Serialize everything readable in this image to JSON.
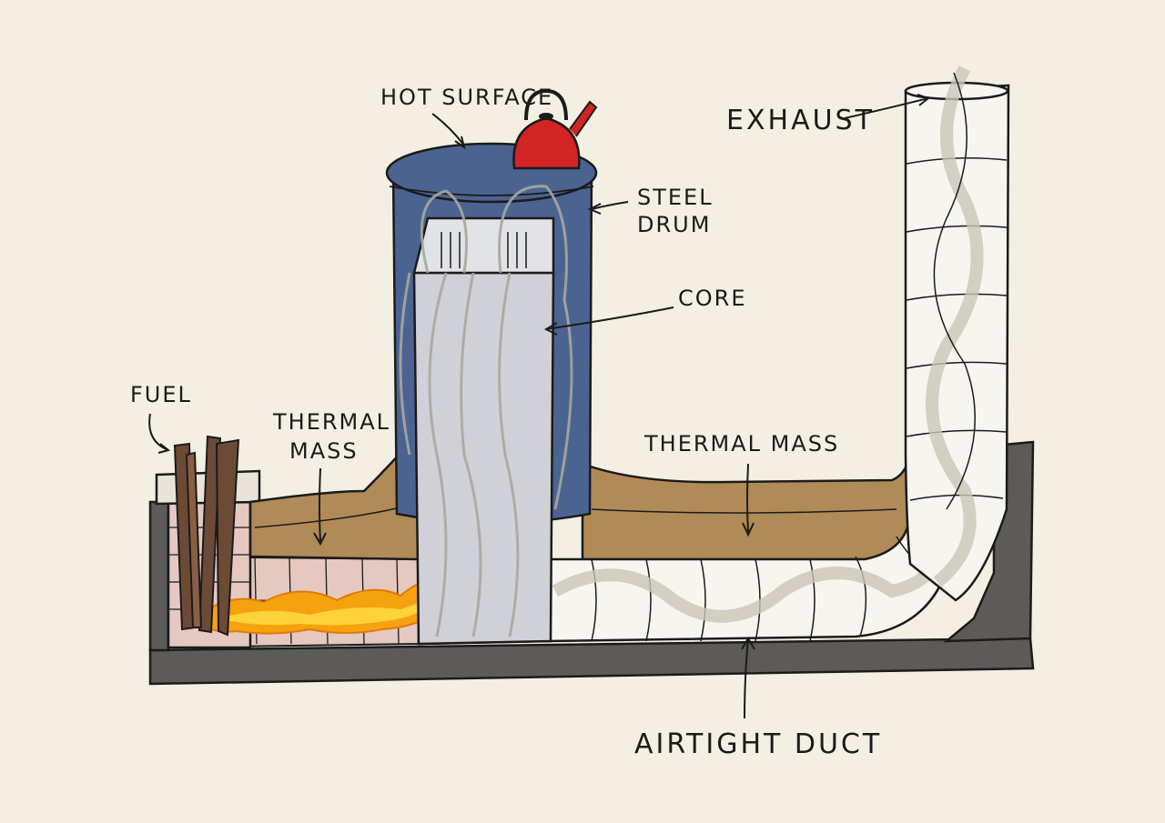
{
  "diagram": {
    "labels": {
      "fuel": "FUEL",
      "thermal_mass_left_line1": "THERMAL",
      "thermal_mass_left_line2": "MASS",
      "hot_surface": "HOT SURFACE",
      "steel_drum_line1": "STEEL",
      "steel_drum_line2": "DRUM",
      "core": "CORE",
      "exhaust": "EXHAUST",
      "thermal_mass_right": "THERMAL MASS",
      "airtight_duct": "AIRTIGHT DUCT"
    },
    "colors": {
      "background": "#f3efe3",
      "ink": "#1b1b1b",
      "drum_blue": "#4b6391",
      "core_gray": "#cfd1d6",
      "thermal_mass_tan": "#b08b57",
      "foundation_gray": "#5d5b58",
      "brick_pink": "#e5c8c0",
      "flame_orange": "#f5a20f",
      "kettle_red": "#d32424",
      "smoke": "#c9c6b8",
      "wood_brown": "#6b4a36"
    }
  }
}
